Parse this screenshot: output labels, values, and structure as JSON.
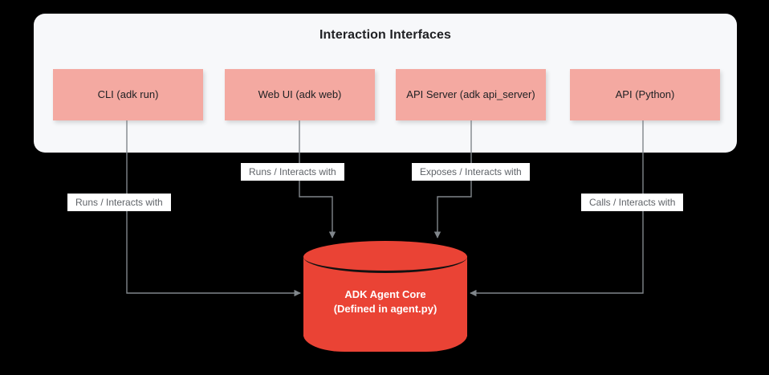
{
  "diagram": {
    "group": {
      "title": "Interaction Interfaces",
      "boxes": [
        {
          "id": "cli",
          "label": "CLI (adk run)"
        },
        {
          "id": "webui",
          "label": "Web UI (adk web)"
        },
        {
          "id": "apiserver",
          "label": "API Server (adk api_server)"
        },
        {
          "id": "apipy",
          "label": "API (Python)"
        }
      ]
    },
    "edges": [
      {
        "from": "cli",
        "to": "core",
        "label": "Runs / Interacts with"
      },
      {
        "from": "webui",
        "to": "core",
        "label": "Runs / Interacts with"
      },
      {
        "from": "apiserver",
        "to": "core",
        "label": "Exposes / Interacts with"
      },
      {
        "from": "apipy",
        "to": "core",
        "label": "Calls / Interacts with"
      }
    ],
    "core": {
      "shape": "cylinder",
      "line1": "ADK Agent Core",
      "line2": "(Defined in agent.py)"
    },
    "colors": {
      "background": "#000000",
      "panel": "#f7f8fa",
      "box_fill": "#f4a9a1",
      "core_fill": "#ea4335",
      "core_text": "#ffffff",
      "edge_line": "#80868b",
      "edge_label_text": "#5f6368",
      "edge_label_bg": "#ffffff",
      "title_text": "#202124"
    }
  }
}
